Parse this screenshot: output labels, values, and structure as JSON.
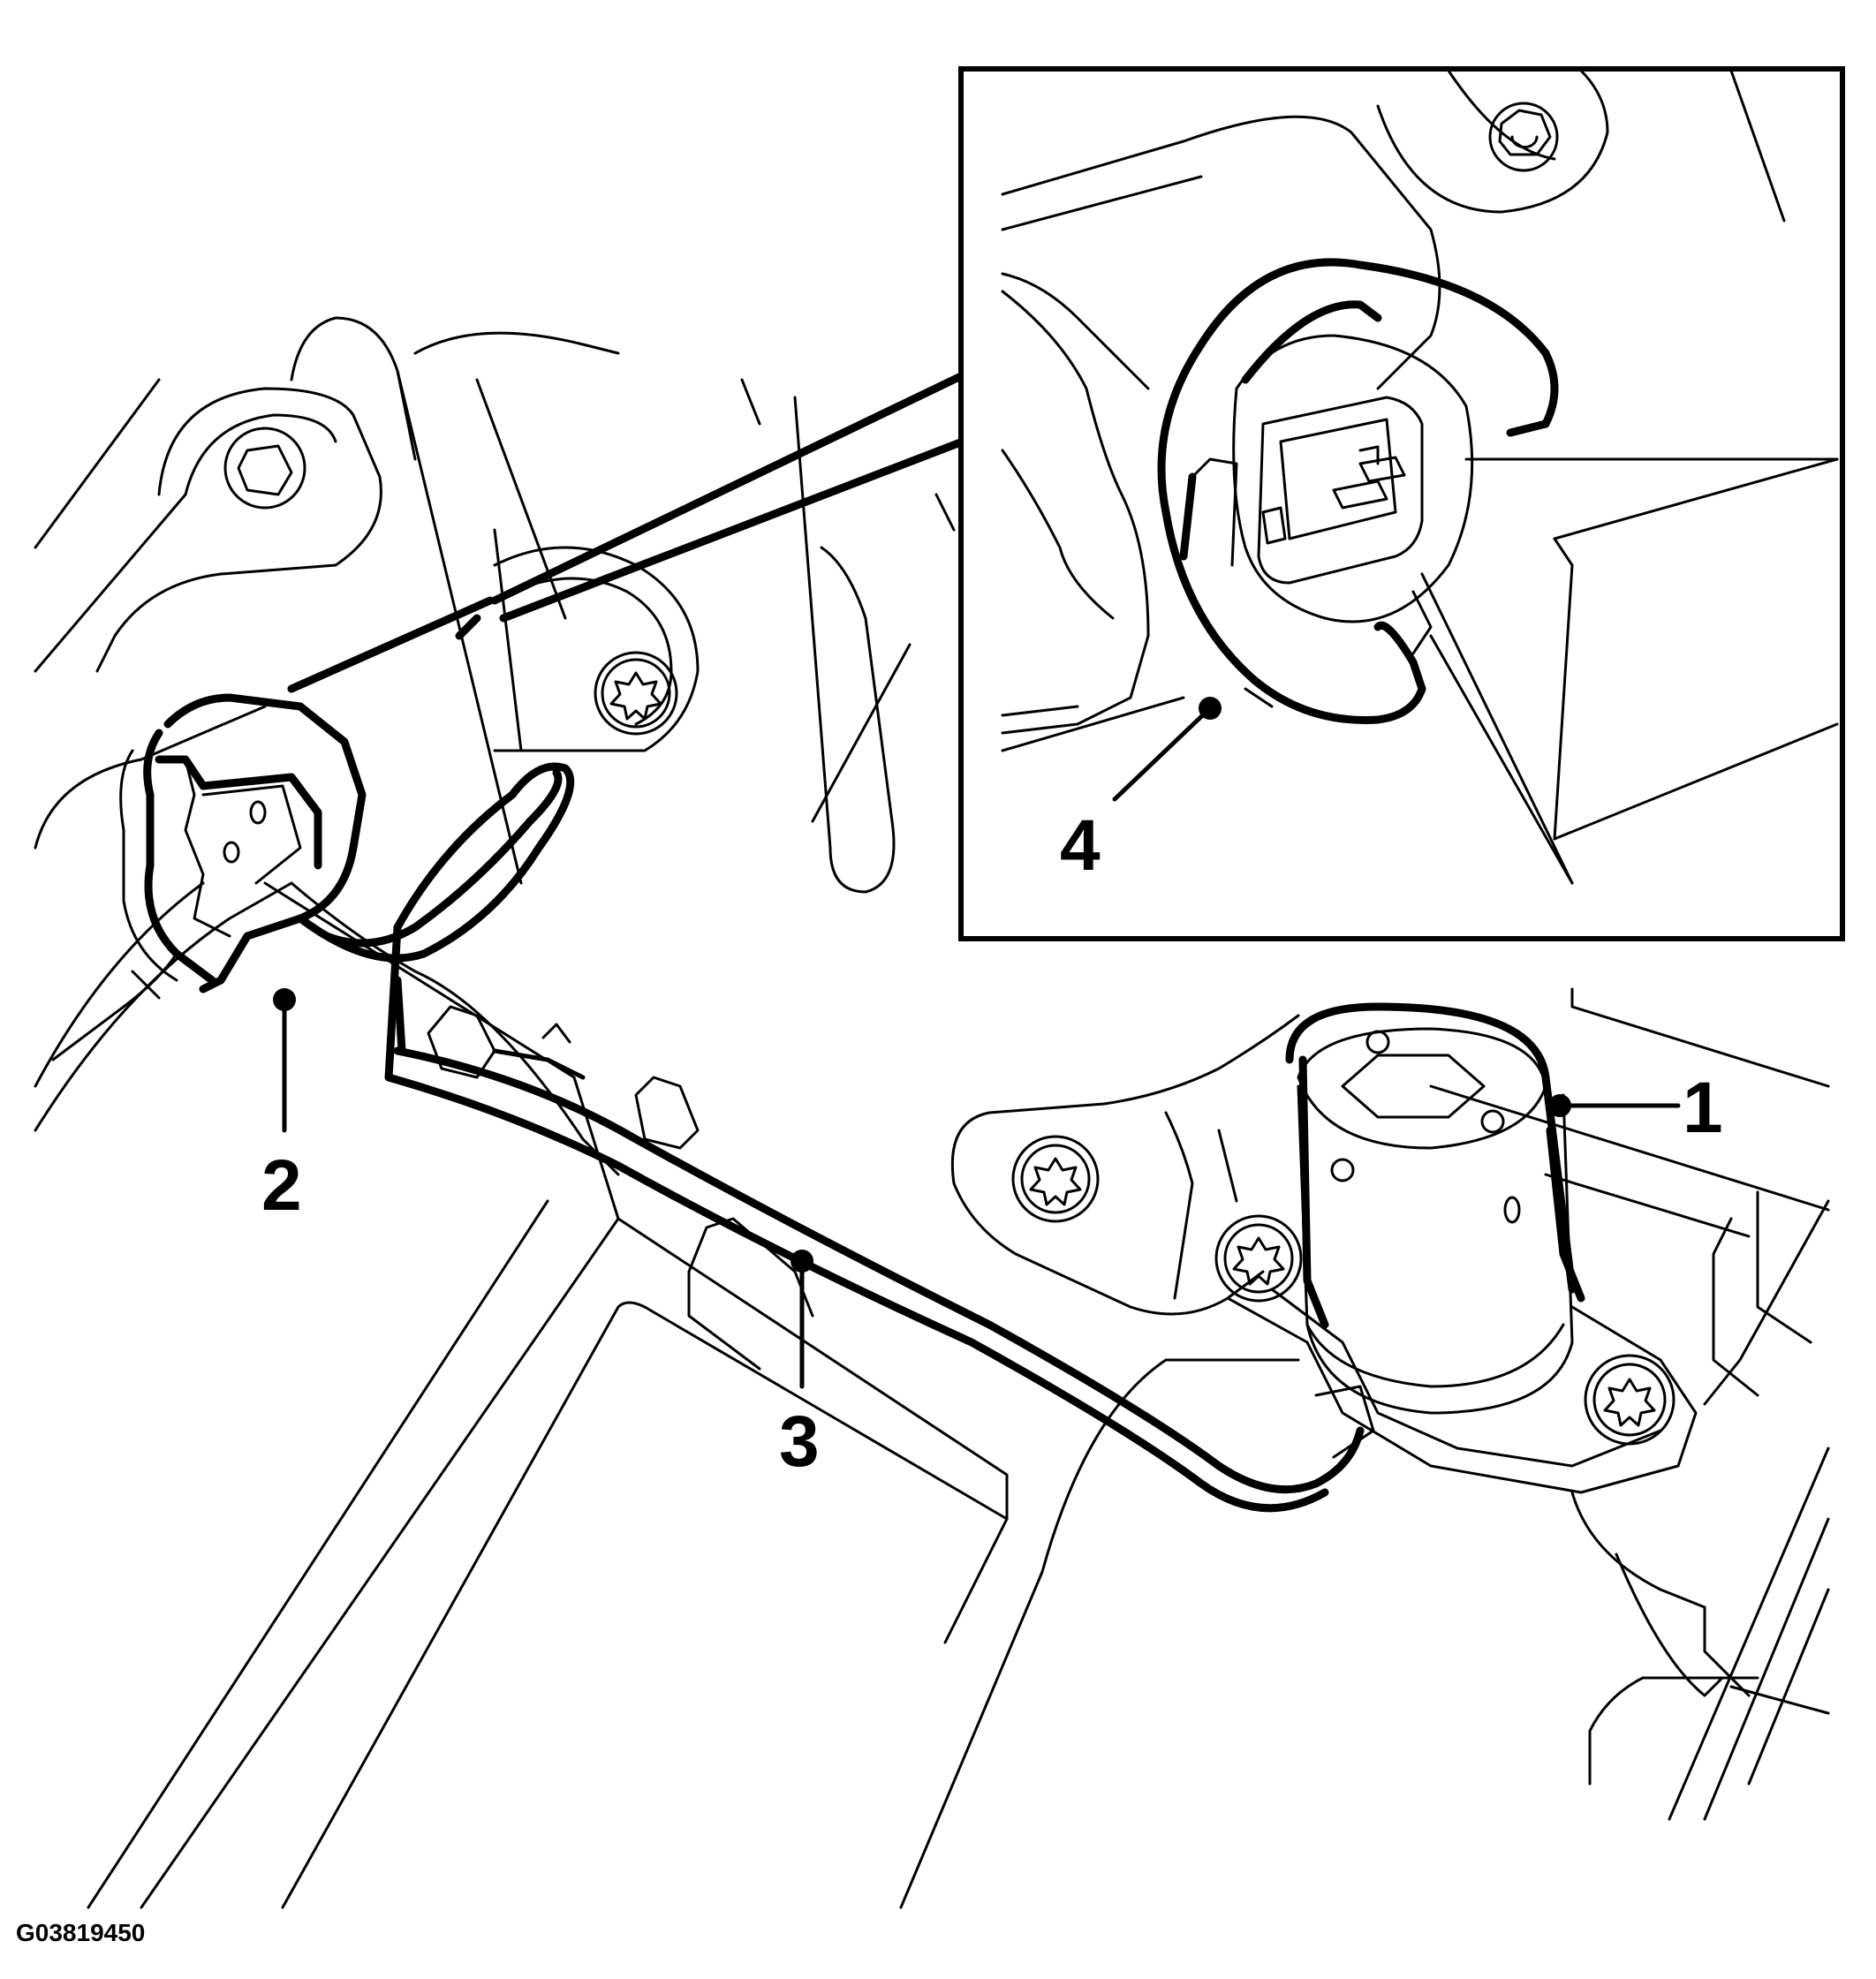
{
  "figure": {
    "id_text": "G03819450",
    "colors": {
      "line": "#000000",
      "background": "#ffffff"
    }
  },
  "callouts": [
    {
      "label": "1",
      "part": "sensor"
    },
    {
      "label": "2",
      "part": "connector"
    },
    {
      "label": "3",
      "part": "wiring-harness"
    },
    {
      "label": "4",
      "part": "connector-retaining-clip"
    }
  ],
  "icons": [
    "torx-bolt-icon",
    "hex-nut-icon",
    "callout-dot-icon"
  ]
}
